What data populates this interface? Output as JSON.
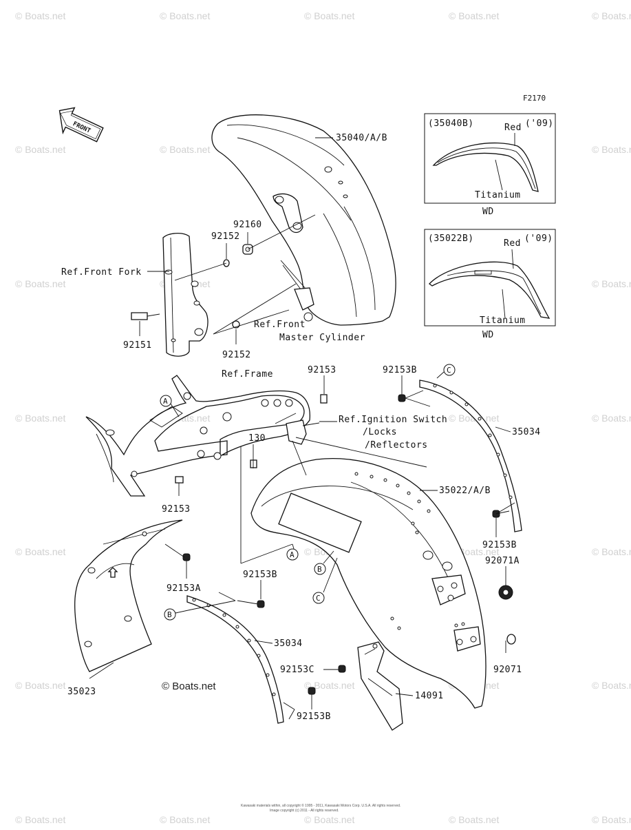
{
  "figure_code": "F2170",
  "watermark": "© Boats.net",
  "copyright_mark": "© Boats.net",
  "footer": {
    "line1": "Kawasaki materials within, all copyright © 1995 - 2011, Kawasaki Motors Corp. U.S.A. All rights reserved.",
    "line2": "Image copyright (c) 2011 - All rights reserved."
  },
  "front_arrow": "FRONT",
  "insets": [
    {
      "code": "(35040B)",
      "year": "('09)",
      "color_red": "Red",
      "color_titanium": "Titanium",
      "caption": "WD"
    },
    {
      "code": "(35022B)",
      "year": "('09)",
      "color_red": "Red",
      "color_titanium": "Titanium",
      "caption": "WD"
    }
  ],
  "labels": {
    "p35040": "35040/A/B",
    "p92160": "92160",
    "p92152a": "92152",
    "p92152b": "92152",
    "p92151": "92151",
    "ref_front_fork": "Ref.Front Fork",
    "ref_master_1": "Ref.Front",
    "ref_master_2": "Master Cylinder",
    "ref_frame": "Ref.Frame",
    "p92153a": "92153",
    "p92153b": "92153",
    "p92153B_top": "92153B",
    "ref_ign_1": "Ref.Ignition Switch",
    "ref_ign_2": "/Locks",
    "ref_ign_3": "/Reflectors",
    "p130": "130",
    "p35034_right": "35034",
    "p35022": "35022/A/B",
    "p92153B_right": "92153B",
    "p92071A": "92071A",
    "p92153A": "92153A",
    "p92153B_mid": "92153B",
    "p35034_left": "35034",
    "p92153C": "92153C",
    "p92071": "92071",
    "p35023": "35023",
    "p14091": "14091",
    "p92153B_bottom": "92153B"
  },
  "callouts": {
    "A": "A",
    "B": "B",
    "C": "C"
  }
}
